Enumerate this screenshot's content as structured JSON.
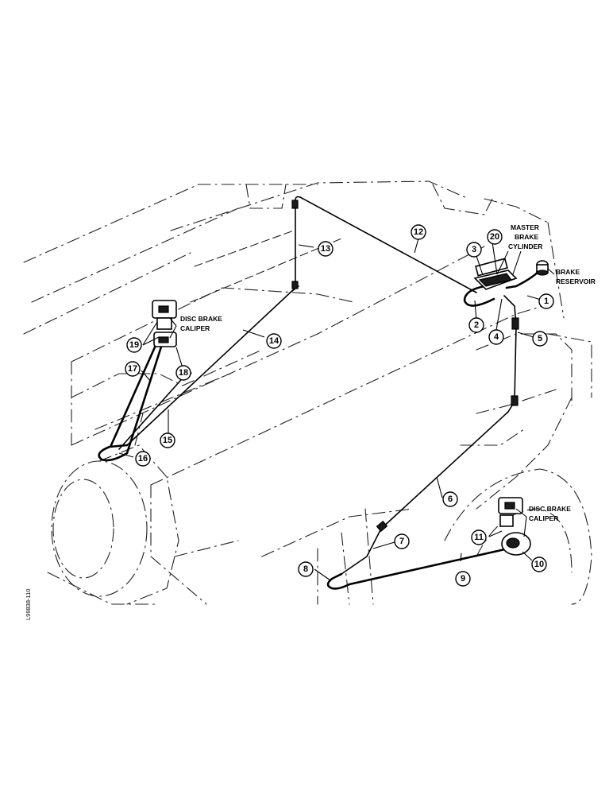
{
  "labels": {
    "master_cylinder": [
      "MASTER",
      "BRAKE",
      "CYLINDER"
    ],
    "reservoir": [
      "BRAKE",
      "RESERVOIR"
    ],
    "caliper_left": [
      "DISC BRAKE",
      "CALIPER"
    ],
    "caliper_right": [
      "DISC BRAKE",
      "CALIPER"
    ]
  },
  "figure_code": "L99838-110",
  "callouts": [
    "1",
    "2",
    "3",
    "4",
    "5",
    "6",
    "7",
    "8",
    "9",
    "10",
    "11",
    "12",
    "13",
    "14",
    "15",
    "16",
    "17",
    "18",
    "19",
    "20"
  ]
}
